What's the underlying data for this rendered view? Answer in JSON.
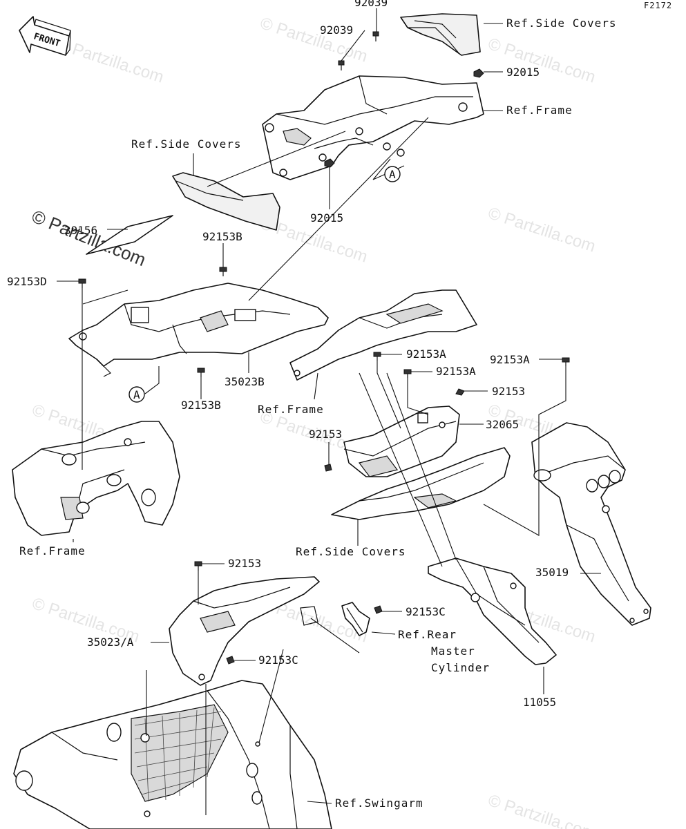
{
  "diagram": {
    "code": "F2172",
    "front_label": "FRONT",
    "watermark_main": "© Partzilla.com",
    "watermark_repeat": "© Partzilla.com"
  },
  "labels": {
    "p92039_top": "92039",
    "p92039": "92039",
    "ref_side_covers_top": "Ref.Side Covers",
    "p92015_right": "92015",
    "ref_frame_top": "Ref.Frame",
    "ref_side_covers_left": "Ref.Side Covers",
    "p92015_bottom": "92015",
    "p39156": "39156",
    "p92153b_top": "92153B",
    "p92153d": "92153D",
    "p35023b": "35023B",
    "p92153b_bottom": "92153B",
    "ref_frame_mid": "Ref.Frame",
    "p92153a_mid": "92153A",
    "p92153a_center": "92153A",
    "p92153a_right": "92153A",
    "p92153_right": "92153",
    "p32065": "32065",
    "p92153_left": "92153",
    "ref_frame_left": "Ref.Frame",
    "ref_side_covers_mid": "Ref.Side Covers",
    "p35019": "35019",
    "p92153_lower": "92153",
    "p92153c_right": "92153C",
    "ref_rear_master_line1": "Ref.Rear",
    "ref_rear_master_line2": "Master",
    "ref_rear_master_line3": "Cylinder",
    "p35023a": "35023/A",
    "p92153c_lower": "92153C",
    "p11055": "11055",
    "ref_swingarm": "Ref.Swingarm",
    "callout_a": "A"
  }
}
